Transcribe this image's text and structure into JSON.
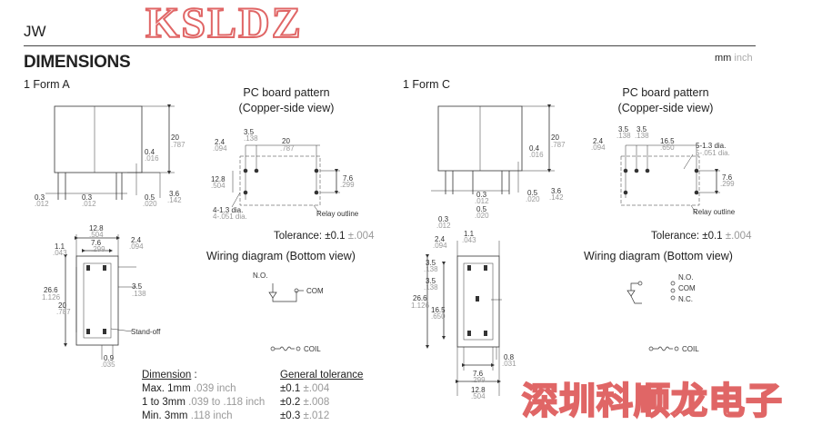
{
  "header": {
    "series": "JW",
    "title": "DIMENSIONS",
    "units_mm": "mm",
    "units_inch": "inch",
    "brand": "KSLDZ",
    "watermark": "深圳科顺龙电子"
  },
  "form_a": {
    "label": "1 Form A",
    "pc_title_1": "PC board pattern",
    "pc_title_2": "(Copper-side view)",
    "tolerance_label": "Tolerance: ±0.1",
    "tolerance_inch": "±.004",
    "wiring_title": "Wiring diagram (Bottom view)",
    "wiring_no": "N.O.",
    "wiring_com": "COM",
    "wiring_coil": "COIL",
    "relay_outline": "Relay outline",
    "standoff": "Stand-off",
    "dims": {
      "h20": "20",
      "h20i": ".787",
      "d04": "0.4",
      "d04i": ".016",
      "d03a": "0.3",
      "d03ai": ".012",
      "d03b": "0.3",
      "d03bi": ".012",
      "d05": "0.5",
      "d05i": ".020",
      "d36": "3.6",
      "d36i": ".142",
      "pc24": "2.4",
      "pc24i": ".094",
      "pc35": "3.5",
      "pc35i": ".138",
      "pc20": "20",
      "pc20i": ".787",
      "pc128": "12.8",
      "pc128i": ".504",
      "pc76": "7.6",
      "pc76i": ".299",
      "holes": "4-1.3 dia.",
      "holesi": "4-.051 dia.",
      "b128": "12.8",
      "b128i": ".504",
      "b76": "7.6",
      "b76i": ".299",
      "b11": "1.1",
      "b11i": ".043",
      "b24": "2.4",
      "b24i": ".094",
      "b35": "3.5",
      "b35i": ".138",
      "b266": "26.6",
      "b266i": "1.126",
      "b20": "20",
      "b20i": ".787",
      "b09": "0.9",
      "b09i": ".035"
    }
  },
  "form_c": {
    "label": "1 Form C",
    "pc_title_1": "PC board pattern",
    "pc_title_2": "(Copper-side view)",
    "tolerance_label": "Tolerance: ±0.1",
    "tolerance_inch": "±.004",
    "wiring_title": "Wiring diagram (Bottom view)",
    "wiring_no": "N.O.",
    "wiring_com": "COM",
    "wiring_nc": "N.C.",
    "wiring_coil": "COIL",
    "relay_outline": "Relay outline",
    "dims": {
      "h20": "20",
      "h20i": ".787",
      "d04": "0.4",
      "d04i": ".016",
      "d03a": "0.3",
      "d03ai": ".012",
      "d03b": "0.3",
      "d03bi": ".012",
      "d05a": "0.5",
      "d05ai": ".020",
      "d05b": "0.5",
      "d05bi": ".020",
      "d36": "3.6",
      "d36i": ".142",
      "pc24": "2.4",
      "pc24i": ".094",
      "pc35a": "3.5",
      "pc35ai": ".138",
      "pc35b": "3.5",
      "pc35bi": ".138",
      "pc165": "16.5",
      "pc165i": ".650",
      "pc76": "7.6",
      "pc76i": ".299",
      "holes": "5-1.3 dia.",
      "holesi": "5-.051 dia.",
      "b24": "2.4",
      "b24i": ".094",
      "b11": "1.1",
      "b11i": ".043",
      "b35a": "3.5",
      "b35ai": ".138",
      "b35b": "3.5",
      "b35bi": ".138",
      "b266": "26.6",
      "b266i": "1.126",
      "b165": "16.5",
      "b165i": ".650",
      "b08": "0.8",
      "b08i": ".031",
      "b76": "7.6",
      "b76i": ".299",
      "b128": "12.8",
      "b128i": ".504"
    }
  },
  "tolerance_table": {
    "col1_header": "Dimension",
    "col1_colon": " :",
    "col2_header": "General tolerance",
    "rows": [
      {
        "dim": "Max. 1mm",
        "dim_inch": ".039 inch",
        "tol": "±0.1",
        "tol_inch": "±.004"
      },
      {
        "dim": "1 to 3mm",
        "dim_inch": ".039 to .118 inch",
        "tol": "±0.2",
        "tol_inch": "±.008"
      },
      {
        "dim": "Min. 3mm",
        "dim_inch": ".118 inch",
        "tol": "±0.3",
        "tol_inch": "±.012"
      }
    ]
  },
  "colors": {
    "text": "#222222",
    "inch_gray": "#999999",
    "watermark": "#e06666"
  }
}
